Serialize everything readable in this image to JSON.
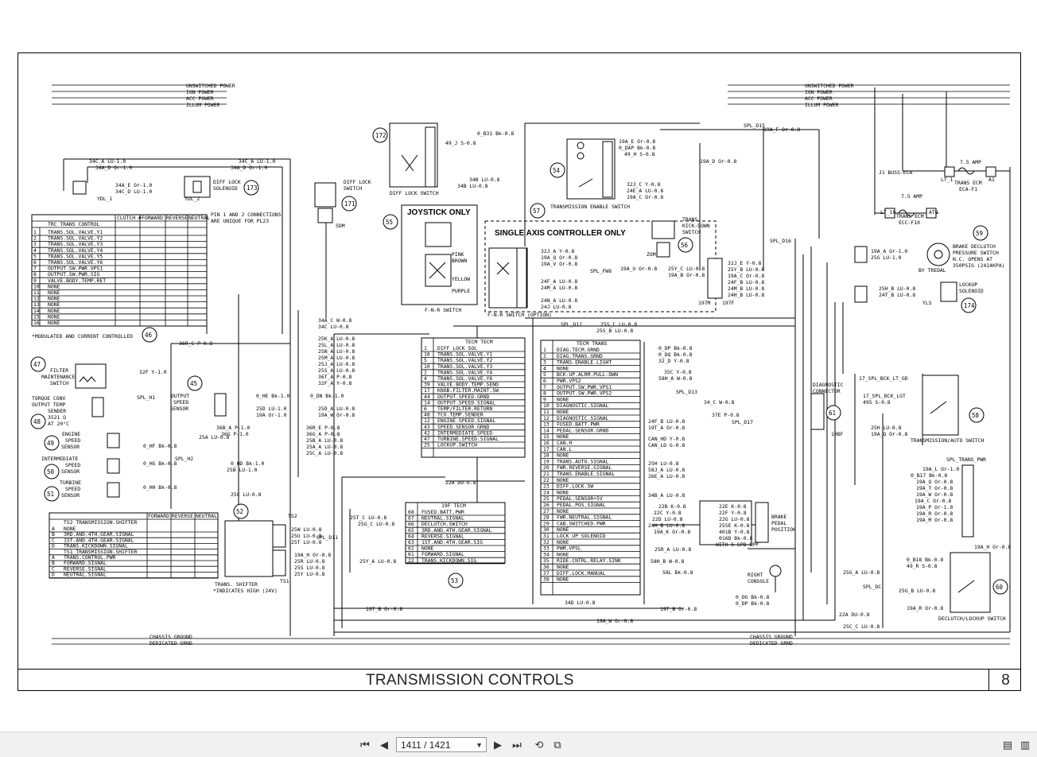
{
  "document": {
    "title": "TRANSMISSION CONTROLS",
    "page_number": "8",
    "power_rails": [
      "UNSWITCHED POWER",
      "IGN POWER",
      "ACC POWER",
      "ILLUM POWER"
    ],
    "ground_labels": [
      "CHASSIS GROUND",
      "DEDICATED GRND"
    ],
    "callouts": [
      "172",
      "173",
      "171",
      "54",
      "55",
      "57",
      "56",
      "59",
      "174",
      "46",
      "47",
      "45",
      "48",
      "49",
      "50",
      "51",
      "52",
      "53",
      "61",
      "58",
      "60"
    ],
    "labels": {
      "joystick_only": "JOYSTICK ONLY",
      "single_axis": "SINGLE AXIS CONTROLLER ONLY",
      "diff_lock_switch": "DIFF LOCK SWITCH",
      "diff_lock_solenoid": "DIFF LOCK SOLENOID",
      "trans_enable_switch": "TRANSMISSION ENABLE SWITCH",
      "fnr_switch": "F-N-R SWITCH",
      "fnr_switch_option": "F-N-R SWITCH (OPTION)",
      "trans_kickdown": "TRANS KICK-DOWN SWITCH",
      "brake_declutch": "BRAKE DECLUTCH PRESSURE SWITCH N.C. OPENS AT 350PSIG (2414KPA)",
      "lockup_solenoid": "LOCKUP SOLENOID",
      "filter_switch": "FILTER MAINTENANCE SWITCH",
      "torque_conv": "TORQUE CONV OUTPUT TEMP SENDER 3521 Ω AT 20°C",
      "output_speed": "OUTPUT SPEED SENSOR",
      "engine_speed": "ENGINE SPEED SENSOR",
      "intermediate_speed": "INTERMEDIATE SPEED SENSOR",
      "turbine_speed": "TURBINE SPEED SENSOR",
      "trans_shifter": "TRANS. SHIFTER",
      "right_console": "RIGHT CONSOLE",
      "brake_pedal": "BRAKE PEDAL POSITION",
      "diagnostic_connector": "DIAGNOSTIC CONNECTOR",
      "trans_auto_switch": "TRANSMISSION/AUTO SWITCH",
      "declutch_lockup": "DECLUTCH/LOCKUP SWITCH",
      "modulated_note": "*MODULATED AND CURRENT CONTROLLED",
      "high_note": "*INDICATES HIGH (24V)",
      "pin_note": "PIN 1 AND 2 CONNECTIONS ARE UNIQUE FOR PL23",
      "fuse_ecm": "TRANS ECM ECA-F1",
      "fuse_ecc": "TRANS ECM ECC-F10",
      "fuse_amp": "7.5 AMP"
    },
    "trc_table": {
      "title": "TRC TRANS CONTROL",
      "headers": [
        "CLUTCH #",
        "FORWARD",
        "REVERSE",
        "NEUTRAL"
      ],
      "rows": [
        "TRANS.SOL.VALVE.Y1",
        "TRANS.SOL.VALVE.Y2",
        "TRANS.SOL.VALVE.Y3",
        "TRANS.SOL.VALVE.Y4",
        "TRANS.SOL.VALVE.Y5",
        "TRANS.SOL.VALVE.Y6",
        "OUTPUT.SW.PWR.VPS1",
        "OUTPUT.SW.PWR.SIG",
        "VALVE.BODY.TEMP.RET",
        "NONE",
        "NONE",
        "NONE",
        "NONE",
        "NONE",
        "NONE",
        "NONE"
      ]
    },
    "tecm_left": {
      "title": "TECM TECM",
      "rows": [
        "DIFF LOCK SOL",
        "TRANS.SOL.VALVE.Y1",
        "TRANS.SOL.VALVE.Y2",
        "TRANS.SOL.VALVE.Y3",
        "TRANS.SOL.VALVE.Y4",
        "TRANS.SOL.VALVE.Y6",
        "VALVE.BODY.TEMP.SEND",
        "KNOB.FILTER.MAINT.SW",
        "OUTPUT.SPEED.GRND",
        "OUTPUT.SPEED.SIGNAL",
        "TEMP/FILTER.RETURN",
        "TCO.TEMP.SENDER",
        "ENGINE.SPEED.SIGNAL",
        "SPEED.SENSOR.GRND",
        "INTERMEDIATE.SPEED",
        "TURBINE.SPEED.SIGNAL",
        "LOCKUP.SWITCH"
      ]
    },
    "tecm_right": {
      "title": "TECM TRANS",
      "rows": [
        "DIAG.TECM.GRND",
        "DIAG.TRANS.GRND",
        "TRANS.ENABLE.LIGHT",
        "NONE",
        "BCK-UP.ALRM.PULL-DWN",
        "PWR.VPS2",
        "OUTPUT.SW.PWR.VPS1",
        "OUTPUT.SW.PWR.VPS2",
        "NONE",
        "DIAGNOSTIC.SIGNAL",
        "NONE",
        "DIAGNOSTIC.SIGNAL",
        "FUSED.BATT.PWR",
        "PEDAL.SENSOR.GRND",
        "NONE",
        "CAN.H",
        "CAN.L",
        "NONE",
        "TRANS.AUTO.SIGNAL",
        "FWR.REVERSE.SIGNAL",
        "TRANS.ENABLE.SIGNAL",
        "NONE",
        "DIFF.LOCK.SW",
        "NONE",
        "PEDAL.SENSOR+5V",
        "PEDAL.POS.SIGNAL",
        "NONE",
        "FWR.NEUTRAL.SIGNAL",
        "CAB.SWITCHED.PWR",
        "NONE",
        "LOCK UP SOLENOID",
        "NONE",
        "PWM.VPSL",
        "NONE",
        "RIDE.CNTRL.RELAY.SINK",
        "NONE",
        "DIFF.LOCK.MANUAL",
        "NONE"
      ]
    },
    "tecm_19f": {
      "title": "19F TECM",
      "rows": [
        "FUSED.BATT.PWR",
        "NEUTRAL.SIGNAL",
        "DECLUTCH.SWITCH",
        "3RD.AND.4TH.GEAR.SIGNAL",
        "REVERSE.SIGNAL",
        "1ST.AND.4TH.GEAR.SIG",
        "NONE",
        "FORWARD.SIGNAL",
        "TRANS.KICKDOWN.SIG"
      ]
    },
    "ts2_table": {
      "title": "TS2 TRANSMISSION.SHIFTER",
      "headers": [
        "FORWARD",
        "REVERSE",
        "NEUTRAL"
      ],
      "rows": [
        "NONE",
        "3RD.AND.4TH.GEAR.SIGNAL",
        "1ST.AND.4TH.GEAR.SIGNAL",
        "TRANS.KICKDOWN.SIGNAL",
        "TS1 TRANSMISSION.SHIFTER",
        "TRANS.CONTROL.PWR",
        "FORWARD.SIGNAL",
        "REVERSE.SIGNAL",
        "NEUTRAL.SIGNAL"
      ]
    }
  },
  "viewer": {
    "page_indicator": "1411 / 1421"
  }
}
